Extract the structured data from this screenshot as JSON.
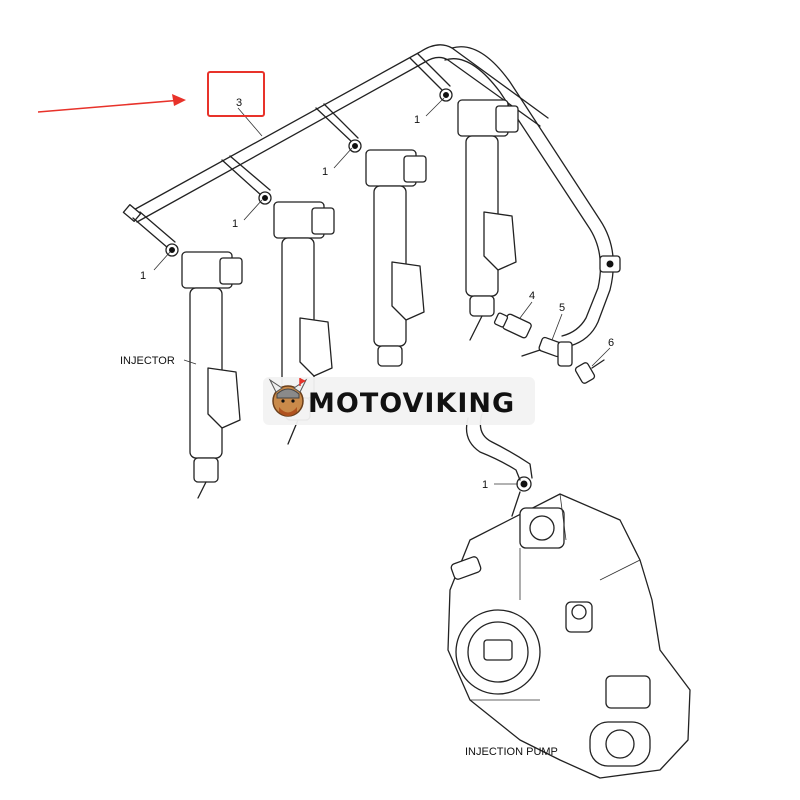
{
  "colors": {
    "highlight": "#e8322a",
    "line": "#222222",
    "background": "#ffffff",
    "banner": "#f2f2f2"
  },
  "labels": {
    "injector": "INJECTOR",
    "injection_pump": "INJECTION PUMP"
  },
  "callouts": {
    "item_1": "1",
    "item_3": "3",
    "item_4": "4",
    "item_5": "5",
    "item_6": "6"
  },
  "brand": {
    "name": "MOTOVIKING",
    "logo": "viking-mascot-icon"
  }
}
